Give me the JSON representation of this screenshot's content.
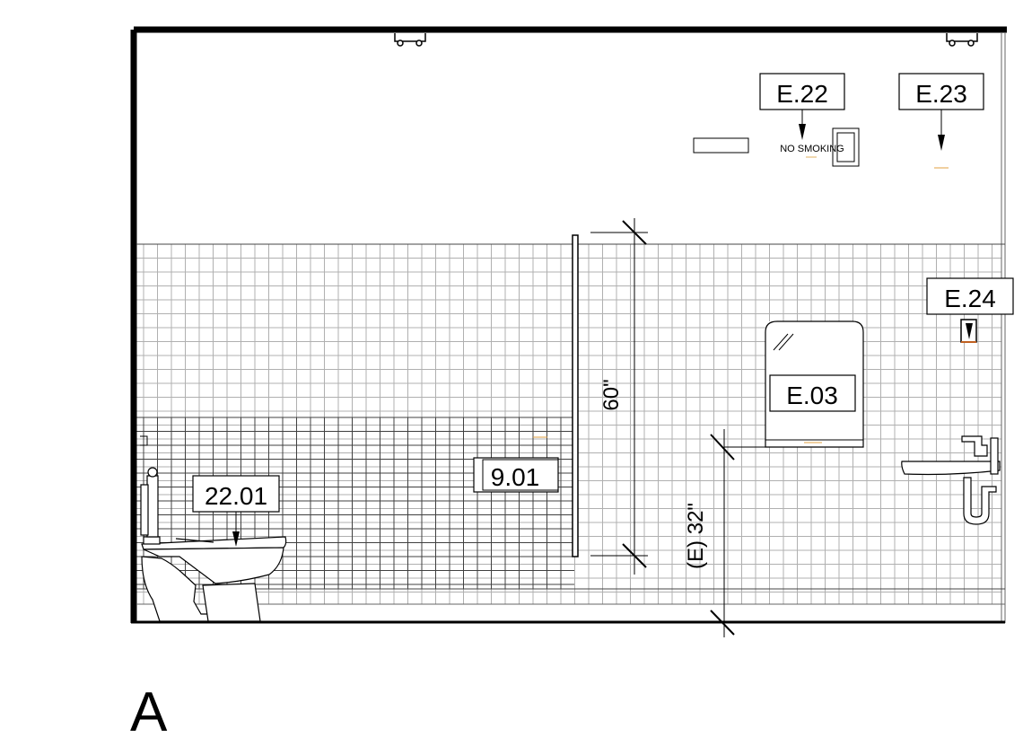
{
  "drawing": {
    "view_label": "A",
    "sign_text": "NO SMOKING",
    "dimensions": {
      "grab_bar_height": "60\"",
      "mirror_height": "(E) 32\""
    },
    "tags": {
      "e22": "E.22",
      "e23": "E.23",
      "e24": "E.24",
      "e03": "E.03",
      "t901": "9.01",
      "t2201": "22.01"
    }
  }
}
